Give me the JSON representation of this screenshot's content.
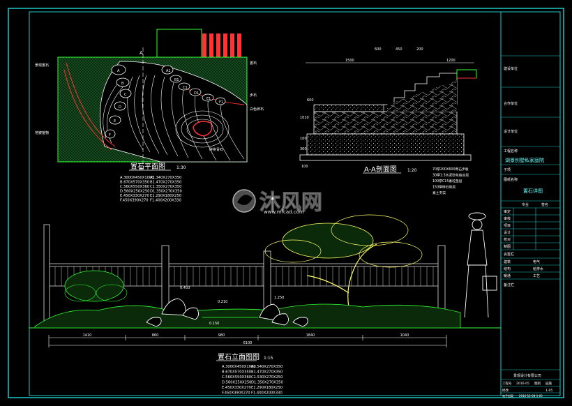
{
  "colors": {
    "frame": "#20c8c8",
    "plant": "#33ff33",
    "rock": "#ffffff",
    "fence": "#e0e0e0",
    "red": "#ff3333",
    "label": "#ffff66",
    "dim": "#66ffff",
    "grid_pattern": "#1f7a2a"
  },
  "plan": {
    "title": "置石平面图",
    "scale": "1:30",
    "section_mark": "A",
    "legend": [
      [
        "A.3000X450X1000",
        "A1.340X270X350"
      ],
      [
        "B.670X570X350",
        "B1.470X270X350"
      ],
      [
        "C.560X550X360",
        "C1.350X270X350"
      ],
      [
        "D.560X250X250",
        "D1.350X270X350"
      ],
      [
        "E.450X330X270",
        "E1.290X180X250"
      ],
      [
        "F.450X390X270",
        "F1.400X200X330"
      ]
    ],
    "rock_labels": [
      "A",
      "B",
      "C",
      "D",
      "E",
      "F",
      "A1",
      "B1",
      "C1",
      "D1",
      "E1",
      "F1"
    ],
    "callouts": [
      "置石",
      "步石",
      "白色卵石",
      "景观置石",
      "地被植物",
      "碎拼青石"
    ]
  },
  "section": {
    "title": "A-A剖面图",
    "scale": "1:20",
    "dims": [
      "1500",
      "1200",
      "600",
      "1010",
      "100",
      "300",
      "100"
    ],
    "top_dims": [
      "600",
      "450",
      "200"
    ],
    "notes": [
      "70厚200X600青石步板",
      "30厚1:3水泥砂浆结合层",
      "100厚C15素砼垫层",
      "150厚碎石垫层",
      "素土夯实"
    ]
  },
  "elevation": {
    "title": "置石立面图图",
    "scale": "1:15",
    "dims": [
      "1410",
      "860",
      "980",
      "1840",
      "1040"
    ],
    "total": "6100",
    "levels": [
      "0.450",
      "0.210",
      "1.250",
      "0.150"
    ],
    "legend": [
      [
        "A.3000X450X1000",
        "A1.540X270X350"
      ],
      [
        "B.670X570X350",
        "B1.470X270X350"
      ],
      [
        "C.560X550X360",
        "C1.530X270X250"
      ],
      [
        "D.560X250X250",
        "D1.350X270X350"
      ],
      [
        "E.450X330X270",
        "E1.290X180X250"
      ],
      [
        "F.450X390X270",
        "F1.400X200X330"
      ]
    ]
  },
  "watermark": {
    "cn": "沐风网",
    "url": "www.mfcad.com"
  },
  "title_block": {
    "rows": [
      "建设单位",
      "合作单位",
      "设计单位",
      "工程名称"
    ],
    "project_name": "湖景别墅私家庭院",
    "drawing_label": "图纸名称",
    "drawing_name": "置石详图",
    "stage_label": "子项",
    "sign_header": [
      "专业",
      "签名"
    ],
    "roles": [
      "审定",
      "审核",
      "项目",
      "设计",
      "校对",
      "制图"
    ],
    "countersign": "会签栏",
    "disciplines": [
      "建筑",
      "电气",
      "结构",
      "给排水",
      "暖通",
      "工艺"
    ],
    "note_label": "备注栏",
    "company": "景观设计有限公司",
    "drawing_no_label": "工程号",
    "drawing_no": "2016-05",
    "sheet_label": "图别",
    "sheet_value": "园施",
    "version_label": "修改",
    "version": "1-05",
    "date_label": "电子档案",
    "date": "2016-12-08-1-05"
  }
}
